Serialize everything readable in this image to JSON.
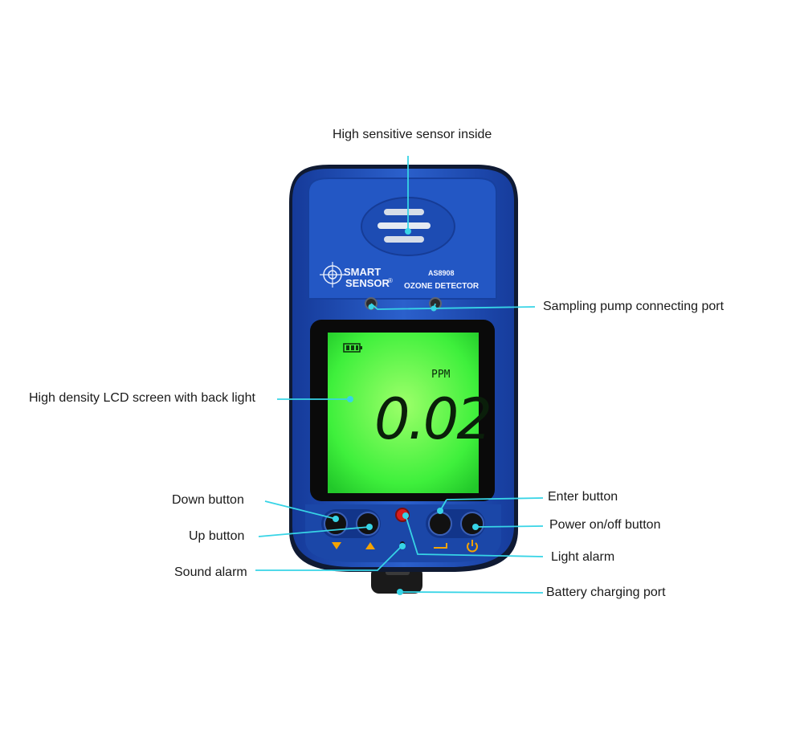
{
  "device": {
    "brand_line1": "SMART",
    "brand_line2": "SENSOR",
    "registered_mark": "®",
    "model": "AS8908",
    "product_name": "OZONE DETECTOR",
    "lcd": {
      "unit": "PPM",
      "reading": "0.02",
      "battery_icon": "battery-full-icon"
    },
    "button_icons": {
      "down": "down-triangle-icon",
      "up": "up-triangle-icon",
      "enter": "enter-icon",
      "power": "power-icon"
    }
  },
  "callouts": {
    "sensor": "High sensitive sensor inside",
    "pump_port": "Sampling pump connecting port",
    "lcd_screen": "High density LCD screen with back light",
    "down_button": "Down button",
    "up_button": "Up button",
    "sound_alarm": "Sound alarm",
    "enter_button": "Enter button",
    "power_button": "Power on/off button",
    "light_alarm": "Light alarm",
    "charging_port": "Battery charging port"
  },
  "colors": {
    "body_blue": "#1f4fb8",
    "lcd_green": "#33e83a",
    "leader_line": "#37d4e6",
    "button_orange": "#f5a300"
  }
}
